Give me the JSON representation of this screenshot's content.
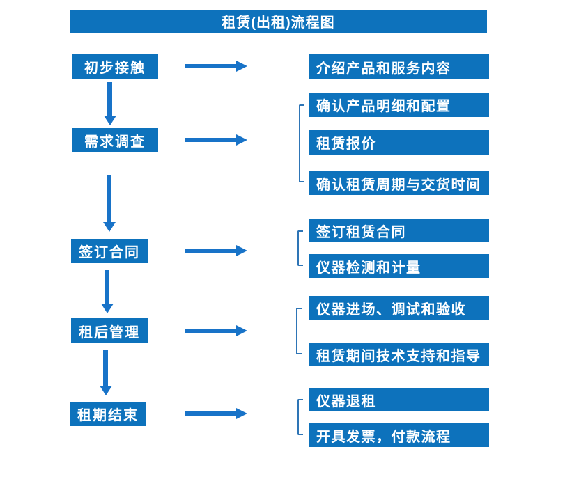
{
  "title": "租赁(出租)流程图",
  "colors": {
    "primary_blue": "#0d72bc",
    "arrow_blue": "#1873c8",
    "bracket_blue": "#2e75b6",
    "background": "#ffffff",
    "text": "#ffffff"
  },
  "rows": [
    {
      "stage": "初步接触",
      "steps": [
        "介绍产品和服务内容"
      ]
    },
    {
      "stage": "需求调查",
      "steps": [
        "确认产品明细和配置",
        "租赁报价",
        "确认租赁周期与交货时间"
      ]
    },
    {
      "stage": "签订合同",
      "steps": [
        "签订租赁合同",
        "仪器检测和计量"
      ]
    },
    {
      "stage": "租后管理",
      "steps": [
        "仪器进场、调试和验收",
        "租赁期间技术支持和指导"
      ]
    },
    {
      "stage": "租期结束",
      "steps": [
        "仪器退租",
        "开具发票，付款流程"
      ]
    }
  ]
}
